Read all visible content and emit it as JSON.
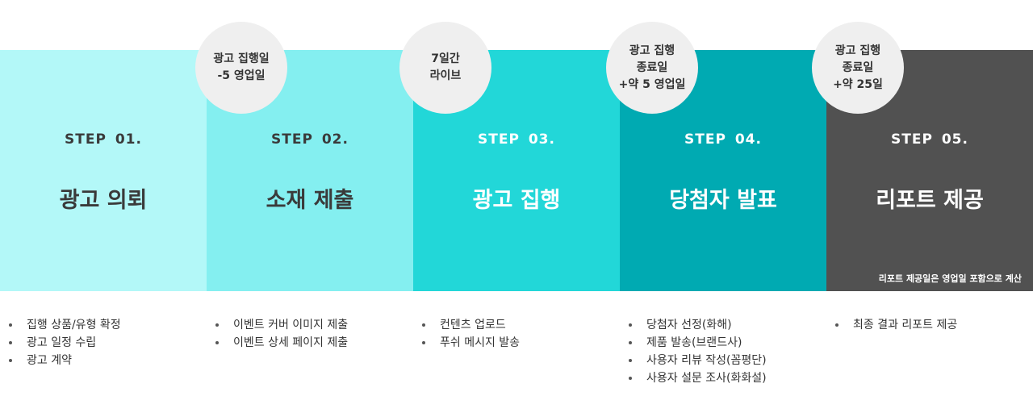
{
  "steps": [
    {
      "label": "STEP 01.",
      "title": "광고 의뢰",
      "bg": "#b3f8f8",
      "fg": "#3a3a3a"
    },
    {
      "label": "STEP 02.",
      "title": "소재 제출",
      "bg": "#84eff0",
      "fg": "#3a3a3a"
    },
    {
      "label": "STEP 03.",
      "title": "광고 집행",
      "bg": "#22d7d8",
      "fg": "#ffffff"
    },
    {
      "label": "STEP 04.",
      "title": "당첨자 발표",
      "bg": "#00aab2",
      "fg": "#ffffff"
    },
    {
      "label": "STEP 05.",
      "title": "리포트 제공",
      "bg": "#515151",
      "fg": "#ffffff",
      "note": "리포트 제공일은 영업일 포함으로 계산"
    }
  ],
  "badges": [
    {
      "text": "광고 집행일\n-5 영업일"
    },
    {
      "text": "7일간\n라이브"
    },
    {
      "text": "광고 집행\n종료일\n+약 5 영업일"
    },
    {
      "text": "광고 집행\n종료일\n+약 25일"
    }
  ],
  "lists": [
    [
      "집행 상품/유형 확정",
      "광고 일정 수립",
      "광고 계약"
    ],
    [
      "이벤트 커버 이미지 제출",
      "이벤트 상세 페이지 제출"
    ],
    [
      "컨텐츠 업로드",
      "푸쉬 메시지 발송"
    ],
    [
      "당첨자 선정(화해)",
      "제품 발송(브랜드사)",
      "사용자 리뷰 작성(꼼평단)",
      "사용자 설문 조사(화화설)"
    ],
    [
      "최종 결과 리포트 제공"
    ]
  ]
}
